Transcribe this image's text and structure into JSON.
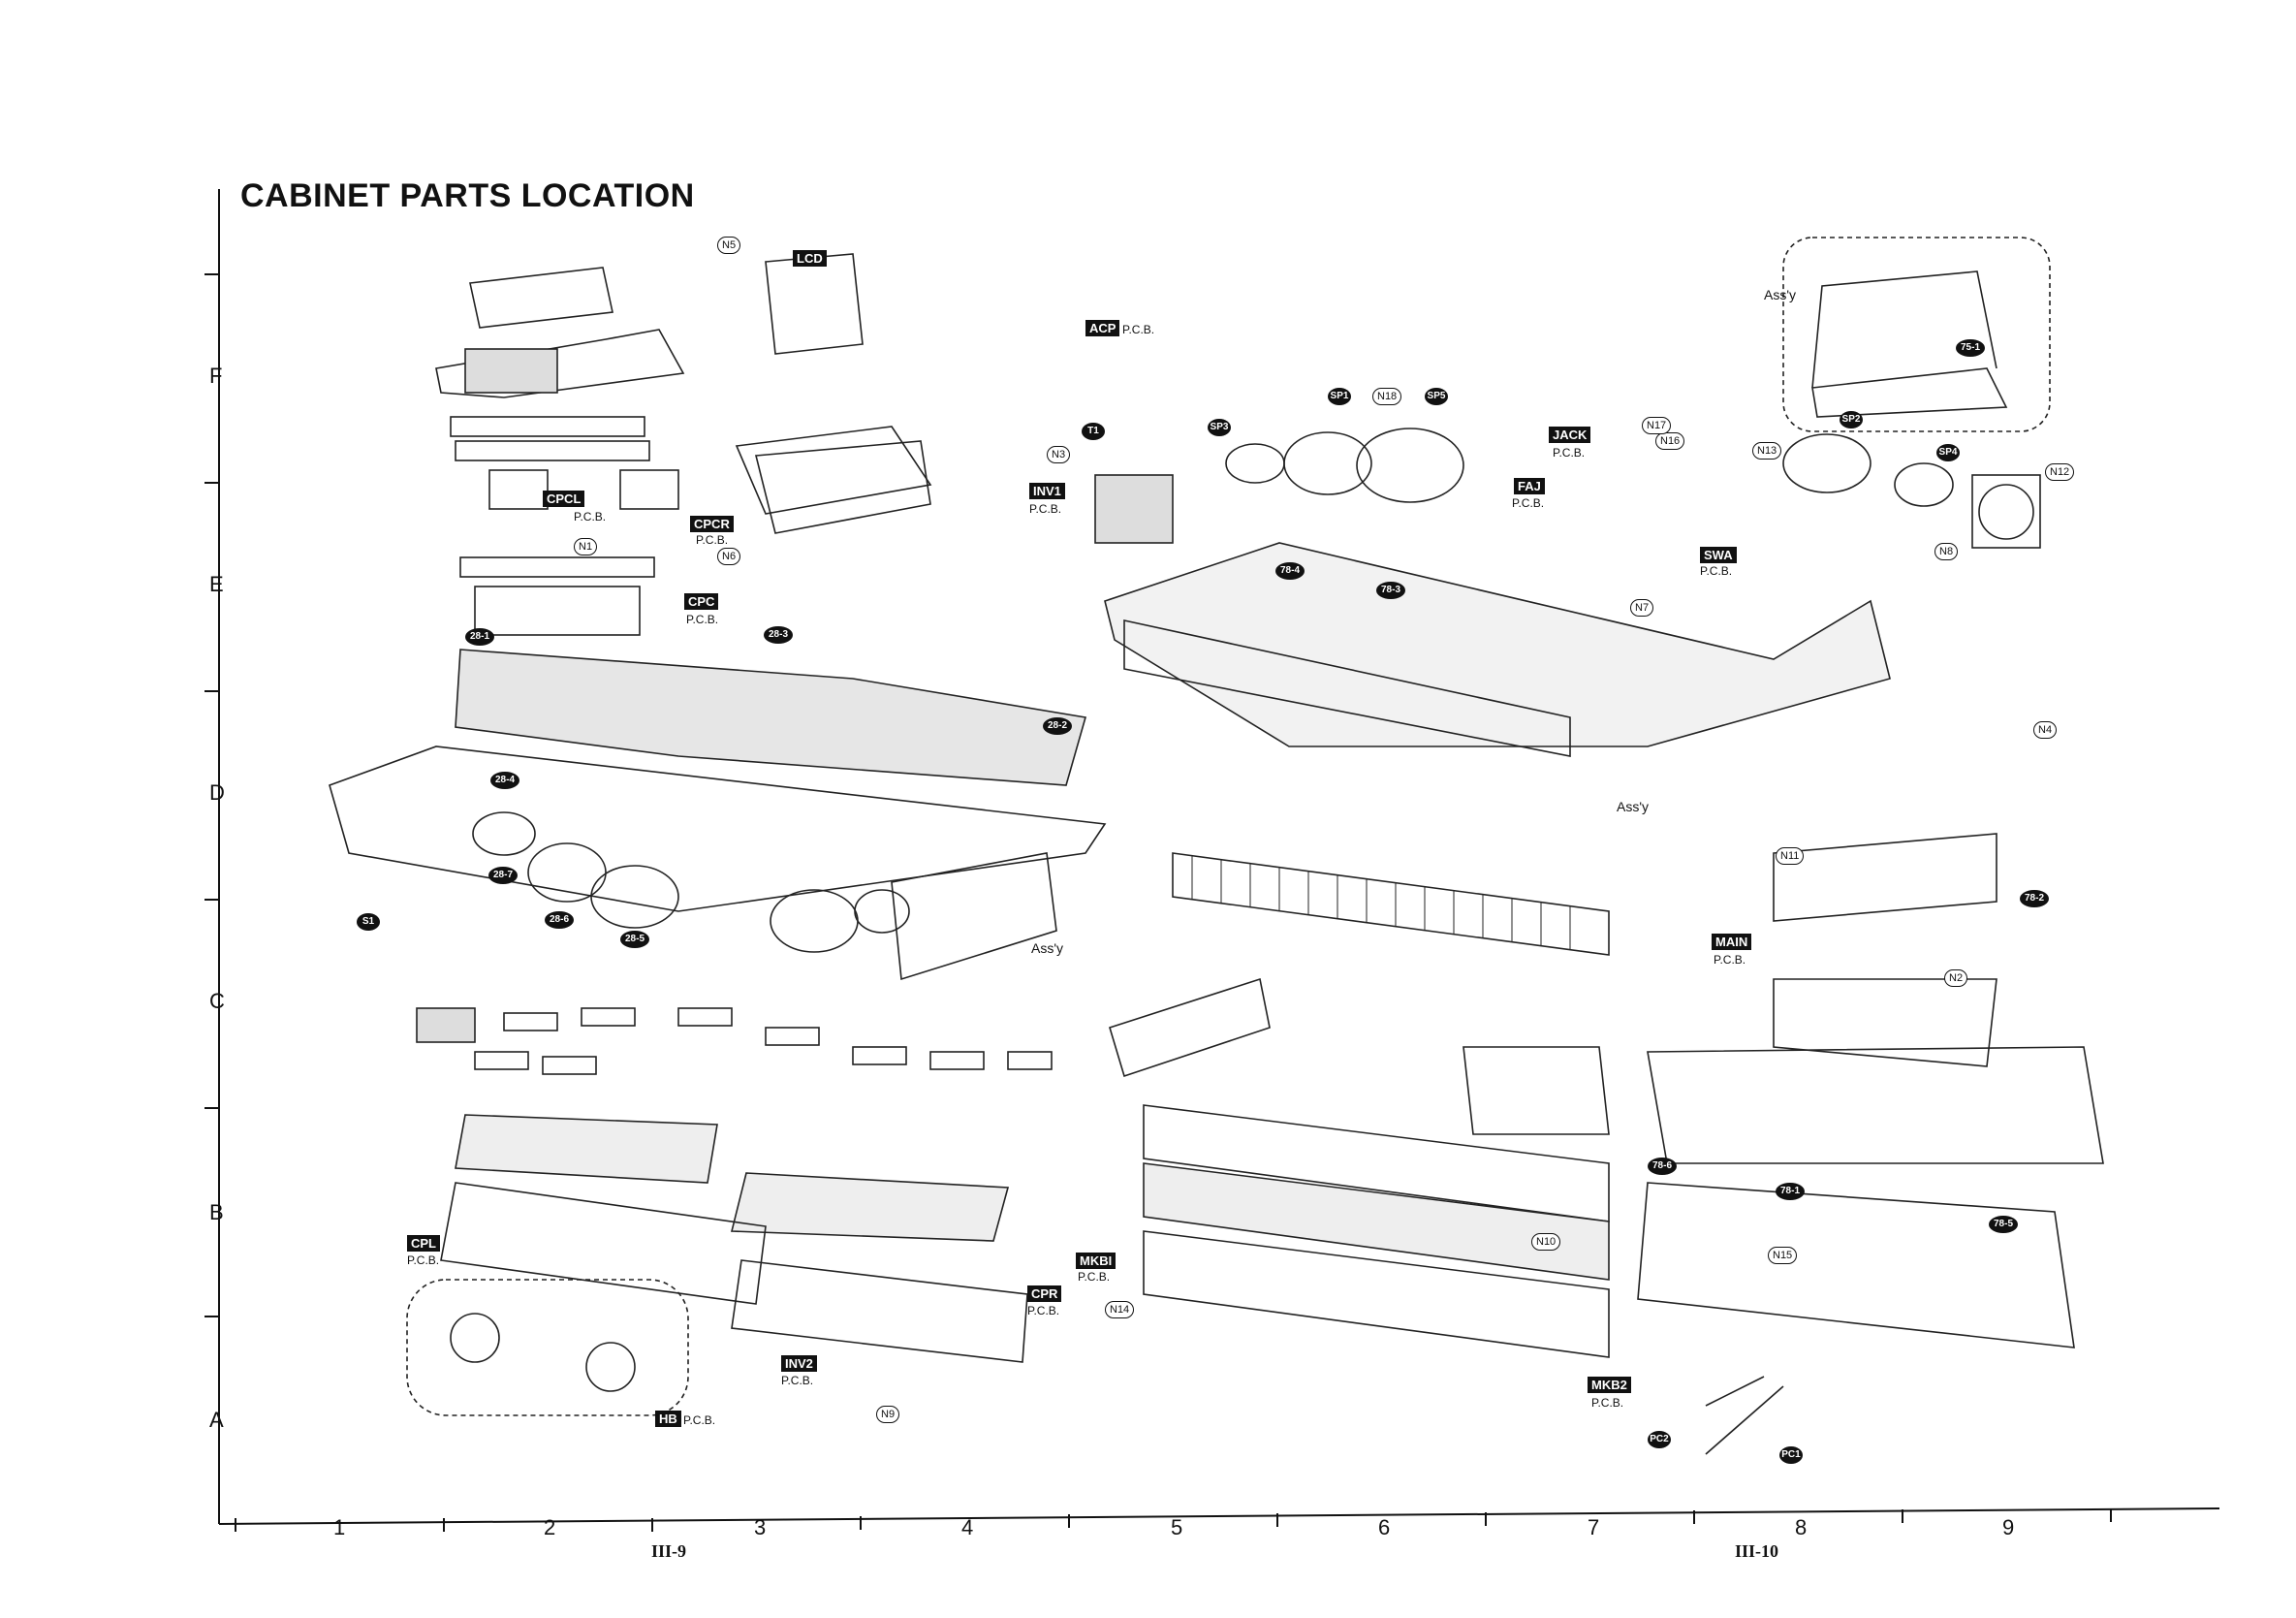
{
  "title": "CABINET PARTS LOCATION",
  "row_labels": [
    "F",
    "E",
    "D",
    "C",
    "B",
    "A"
  ],
  "column_labels": [
    "1",
    "2",
    "3",
    "4",
    "5",
    "6",
    "7",
    "8",
    "9"
  ],
  "page_labels": [
    "III-9",
    "III-10"
  ],
  "pcb_suffix": "P.C.B.",
  "assy_label": "Ass'y",
  "boards": [
    {
      "tag": "LCD"
    },
    {
      "tag": "CPCL"
    },
    {
      "tag": "CPCR"
    },
    {
      "tag": "CPC"
    },
    {
      "tag": "INV1"
    },
    {
      "tag": "ACP"
    },
    {
      "tag": "JACK"
    },
    {
      "tag": "FAJ"
    },
    {
      "tag": "SWA"
    },
    {
      "tag": "MAIN"
    },
    {
      "tag": "CPL"
    },
    {
      "tag": "CPR"
    },
    {
      "tag": "INV2"
    },
    {
      "tag": "HB"
    },
    {
      "tag": "MKBI"
    },
    {
      "tag": "MKB2"
    }
  ],
  "black_labels": [
    "T1",
    "SP1",
    "SP2",
    "SP3",
    "SP4",
    "SP5",
    "S1",
    "PC1",
    "PC2"
  ],
  "part_callouts": [
    "28-1",
    "28-2",
    "28-3",
    "28-4",
    "28-5",
    "28-6",
    "28-7",
    "78-1",
    "78-2",
    "78-3",
    "78-4",
    "78-5",
    "78-6",
    "75-1"
  ],
  "n_callouts": [
    "N1",
    "N2",
    "N3",
    "N4",
    "N5",
    "N6",
    "N7",
    "N8",
    "N9",
    "N10",
    "N11",
    "N12",
    "N13",
    "N14",
    "N15",
    "N16",
    "N17",
    "N18"
  ],
  "colors": {
    "ink": "#111111",
    "paper": "#ffffff",
    "label_fill": "#111111",
    "label_text": "#ffffff"
  }
}
